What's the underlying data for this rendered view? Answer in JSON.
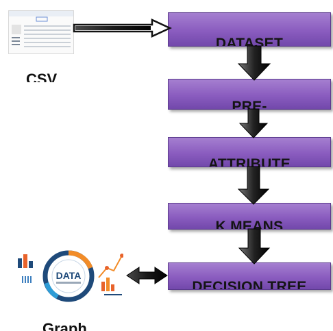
{
  "csv_label": "CSV",
  "graph_label": "Graph",
  "graph_image_text": "DATA",
  "steps": [
    {
      "label": "DATASET"
    },
    {
      "label": "PRE-"
    },
    {
      "label": "ATTRIBUTE"
    },
    {
      "label": "K MEANS"
    },
    {
      "label": "DECISION TREE"
    }
  ],
  "colors": {
    "box": "#8a5cbf",
    "arrow": "#1a1a1a"
  }
}
